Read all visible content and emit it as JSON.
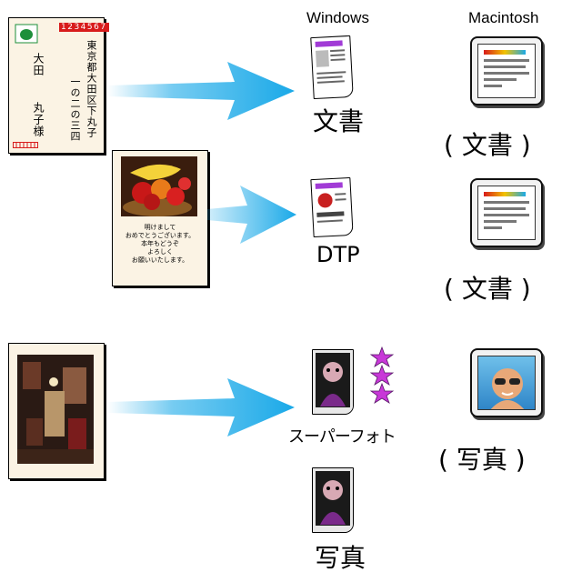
{
  "columns": {
    "windows": "Windows",
    "macintosh": "Macintosh"
  },
  "postcard": {
    "postal_code": "1234567",
    "address": "東京都大田区下丸子",
    "address2": "一の二の三四",
    "name1": "大田",
    "name2": "丸子様"
  },
  "greeting_card": {
    "message": [
      "明けまして",
      "おめでとうございます。",
      "本年もどうぞ",
      "よろしく",
      "お願いいたします。"
    ]
  },
  "rows": [
    {
      "windows_label": "文書",
      "mac_label": "( 文書 )"
    },
    {
      "windows_label": "DTP",
      "mac_label": "( 文書 )"
    },
    {
      "windows_label": "スーパーフォト",
      "mac_label": "( 写真 )"
    },
    {
      "windows_label": "写真"
    }
  ],
  "icons": {
    "card_fruit": "fruit-basket-photo",
    "card_photo": "interior-photo",
    "win_doc": "document-icon",
    "win_dtp": "dtp-icon",
    "win_superphoto": "super-photo-icon",
    "win_photo": "photo-icon",
    "mac_doc": "mac-document-icon",
    "mac_photo": "mac-photo-icon"
  },
  "colors": {
    "arrow": "#1aa9e8",
    "card_bg": "#fbf3e4",
    "accent_red": "#d81b1b",
    "accent_green": "#1e8f3a"
  }
}
